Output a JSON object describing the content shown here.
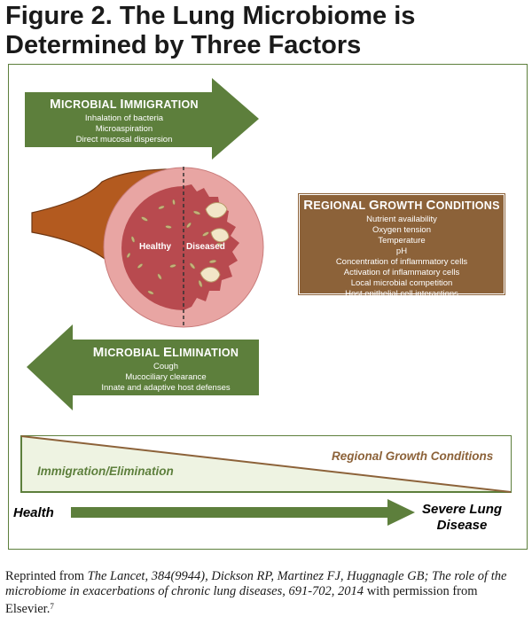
{
  "title": {
    "line1": "Figure 2. The Lung Microbiome is",
    "line2": "Determined by Three Factors"
  },
  "immigration": {
    "heading": "Microbial Immigration",
    "items": [
      "Inhalation of bacteria",
      "Microaspiration",
      "Direct mucosal dispersion"
    ]
  },
  "elimination": {
    "heading": "Microbial Elimination",
    "items": [
      "Cough",
      "Mucociliary clearance",
      "Innate and adaptive host defenses"
    ]
  },
  "growth": {
    "heading": "Regional Growth Conditions",
    "items": [
      "Nutrient availability",
      "Oxygen tension",
      "Temperature",
      "pH",
      "Concentration of inflammatory cells",
      "Activation of inflammatory cells",
      "Local microbial competition",
      "Host epithelial cell interactions"
    ]
  },
  "lung": {
    "healthy_label": "Healthy",
    "diseased_label": "Diseased"
  },
  "wedges": {
    "growth_label": "Regional Growth Conditions",
    "immigration_label": "Immigration/Elimination"
  },
  "axis": {
    "start_label": "Health",
    "end_label_line1": "Severe Lung",
    "end_label_line2": "Disease"
  },
  "caption": {
    "prefix": "Reprinted from ",
    "citation_italic": "The Lancet, 384(9944), Dickson RP, Martinez FJ, Huggnagle GB; The role of the microbiome in exacerbations of chronic lung diseases, 691-702, 2014",
    "suffix": " with permission from Elsevier.",
    "ref": "7"
  },
  "colors": {
    "green": "#5d7f3c",
    "brown": "#8c6239",
    "branch": "#b35a1f",
    "alveolus_outer": "#e8a5a3",
    "alveolus_inner": "#b84a4f",
    "wedge_light": "#eef3e2"
  }
}
